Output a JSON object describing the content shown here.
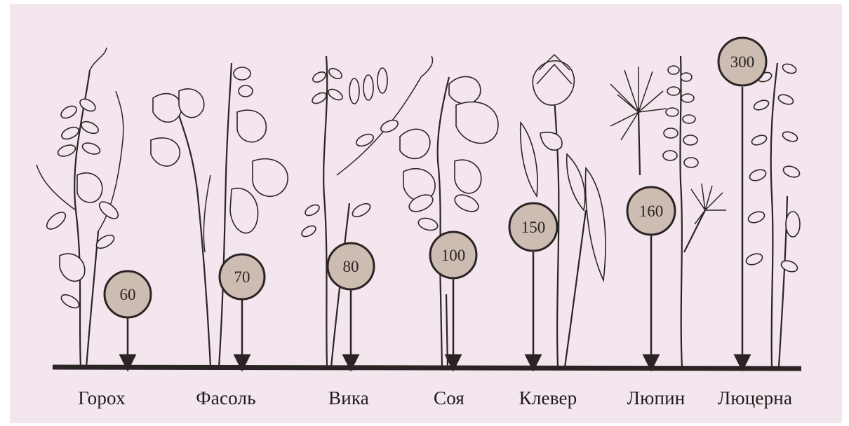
{
  "plants": [
    {
      "name": "Горох",
      "value": "60"
    },
    {
      "name": "Фасоль",
      "value": "70"
    },
    {
      "name": "Вика",
      "value": "80"
    },
    {
      "name": "Соя",
      "value": "100"
    },
    {
      "name": "Клевер",
      "value": "150"
    },
    {
      "name": "Люпин",
      "value": "160"
    },
    {
      "name": "Люцерна",
      "value": "300"
    }
  ],
  "colors": {
    "background": "#f4e6ee",
    "badge_fill": "#cdbcb2",
    "line": "#2b2424"
  }
}
